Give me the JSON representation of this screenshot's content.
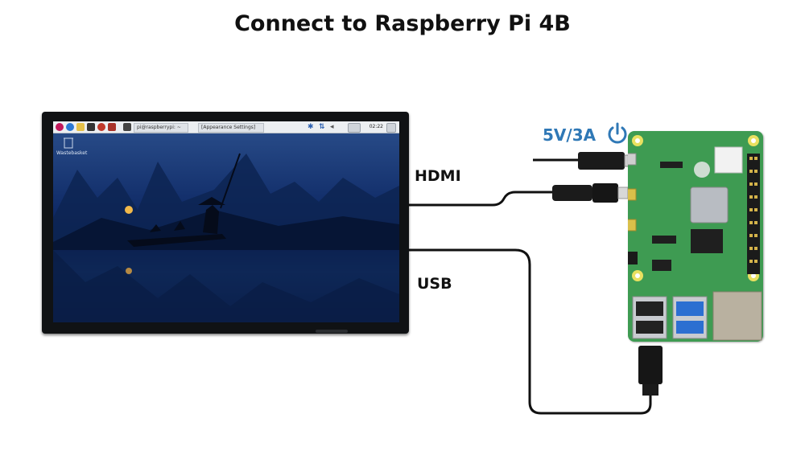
{
  "title": "Connect to Raspberry Pi 4B",
  "labels": {
    "hdmi": "HDMI",
    "usb": "USB",
    "power": "5V/3A"
  },
  "screen": {
    "taskbar": {
      "tasks": [
        "pi@raspberrypi: ~",
        "[Appearance Settings]"
      ],
      "clock": "02:22"
    },
    "desktop_icon_label": "Wastebasket"
  },
  "colors": {
    "power_accent": "#2f78b6",
    "board_green": "#3e9b52",
    "cable": "#111111"
  },
  "icons": [
    "power-icon",
    "wastebasket-icon",
    "raspberry-logo-icon",
    "bluetooth-icon",
    "network-icon",
    "volume-icon"
  ]
}
